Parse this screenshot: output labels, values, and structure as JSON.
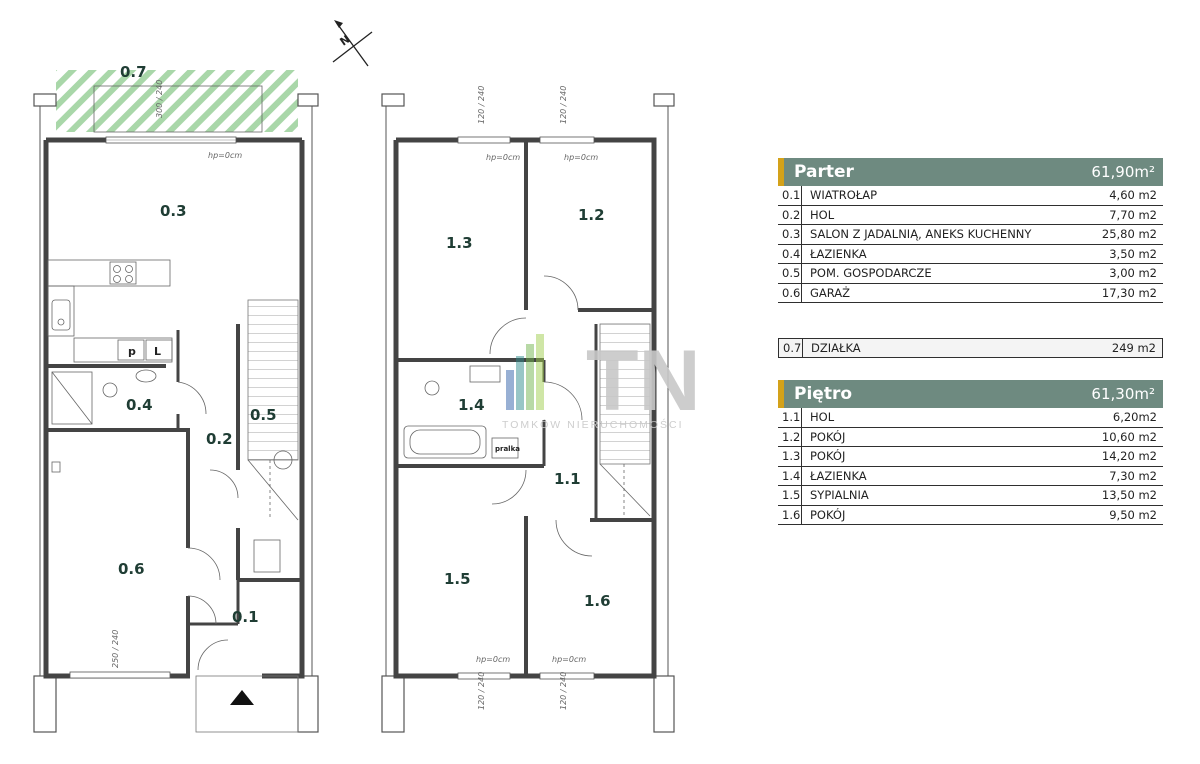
{
  "compass": {
    "label": "N"
  },
  "ground_plan": {
    "rooms": [
      {
        "id": "0.7",
        "label": "0.7"
      },
      {
        "id": "0.3",
        "label": "0.3"
      },
      {
        "id": "0.4",
        "label": "0.4"
      },
      {
        "id": "0.5",
        "label": "0.5"
      },
      {
        "id": "0.2",
        "label": "0.2"
      },
      {
        "id": "0.6",
        "label": "0.6"
      },
      {
        "id": "0.1",
        "label": "0.1"
      }
    ],
    "appliances": {
      "p": "p",
      "l": "L"
    },
    "dimensions": {
      "top_window": "300 / 240",
      "bottom_window": "250 / 240",
      "floor_level": "hp=0cm"
    }
  },
  "first_plan": {
    "rooms": [
      {
        "id": "1.3",
        "label": "1.3"
      },
      {
        "id": "1.2",
        "label": "1.2"
      },
      {
        "id": "1.4",
        "label": "1.4"
      },
      {
        "id": "1.1",
        "label": "1.1"
      },
      {
        "id": "1.5",
        "label": "1.5"
      },
      {
        "id": "1.6",
        "label": "1.6"
      }
    ],
    "appliances": {
      "washer": "pralka"
    },
    "dimensions": {
      "top_window_left": "120 / 240",
      "top_window_right": "120 / 240",
      "bottom_window_left": "120 / 240",
      "bottom_window_right": "120 / 240",
      "floor_level": "hp=0cm"
    }
  },
  "watermark": {
    "logo": "TN",
    "caption": "TOMKÓW NIERUCHOMOŚCI"
  },
  "colors": {
    "header": "#6e8a80",
    "accent": "#d4a21a",
    "room_label": "#1f3d34",
    "hatch": "#a9d7a9"
  },
  "parter": {
    "title": "Parter",
    "area": "61,90m²",
    "rows": [
      {
        "num": "0.1",
        "name": "WIATROŁAP",
        "area": "4,60 m2"
      },
      {
        "num": "0.2",
        "name": "HOL",
        "area": "7,70 m2"
      },
      {
        "num": "0.3",
        "name": "SALON Z JADALNIĄ, ANEKS KUCHENNY",
        "area": "25,80 m2"
      },
      {
        "num": "0.4",
        "name": "ŁAZIENKA",
        "area": "3,50 m2"
      },
      {
        "num": "0.5",
        "name": "POM. GOSPODARCZE",
        "area": "3,00 m2"
      },
      {
        "num": "0.6",
        "name": "GARAŻ",
        "area": "17,30 m2"
      }
    ]
  },
  "dzialka": {
    "num": "0.7",
    "name": "DZIAŁKA",
    "area": "249 m2"
  },
  "pietro": {
    "title": "Piętro",
    "area": "61,30m²",
    "rows": [
      {
        "num": "1.1",
        "name": "HOL",
        "area": "6,20m2"
      },
      {
        "num": "1.2",
        "name": "POKÓJ",
        "area": "10,60 m2"
      },
      {
        "num": "1.3",
        "name": "POKÓJ",
        "area": "14,20 m2"
      },
      {
        "num": "1.4",
        "name": "ŁAZIENKA",
        "area": "7,30 m2"
      },
      {
        "num": "1.5",
        "name": "SYPIALNIA",
        "area": "13,50 m2"
      },
      {
        "num": "1.6",
        "name": "POKÓJ",
        "area": "9,50 m2"
      }
    ]
  }
}
